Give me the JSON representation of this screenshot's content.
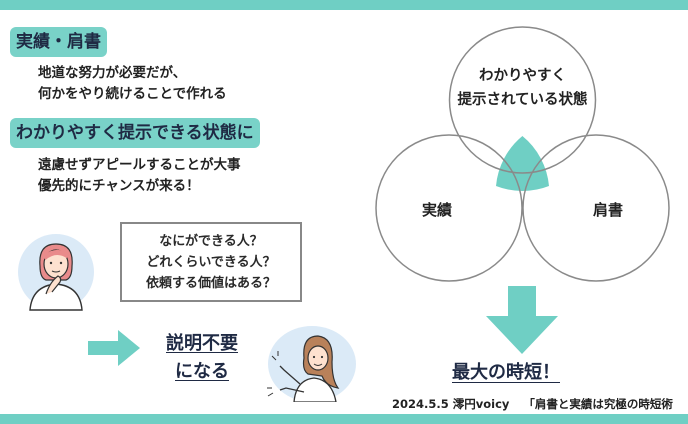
{
  "headings": {
    "first": "実績・肩書",
    "second": "わかりやすく提示できる状態に"
  },
  "texts": {
    "first_line1": "地道な努力が必要だが、",
    "first_line2": "何かをやり続けることで作れる",
    "second_line1": "遠慮せずアピールすることが大事",
    "second_line2": "優先的にチャンスが来る！"
  },
  "questions": [
    "なにができる人？",
    "どれくらいできる人？",
    "依頼する価値はある？"
  ],
  "no_explain": {
    "line1": "説明不要",
    "line2": "になる"
  },
  "venn": {
    "top_line1": "わかりやすく",
    "top_line2": "提示されている状態",
    "left": "実績",
    "right": "肩書"
  },
  "result": "最大の時短！",
  "footer": {
    "date_source": "2024.5.5 澪円voicy",
    "title": "「肩書と実績は究極の時短術"
  },
  "colors": {
    "accent": "#6fcfc4",
    "heading_bg": "#79d2c8",
    "navy_text": "#1f2a44"
  },
  "icons": {
    "avatar1": "thinking-woman-avatar",
    "avatar2": "pointing-woman-avatar",
    "arrow_right": "arrow-right-icon",
    "arrow_down": "arrow-down-icon"
  }
}
